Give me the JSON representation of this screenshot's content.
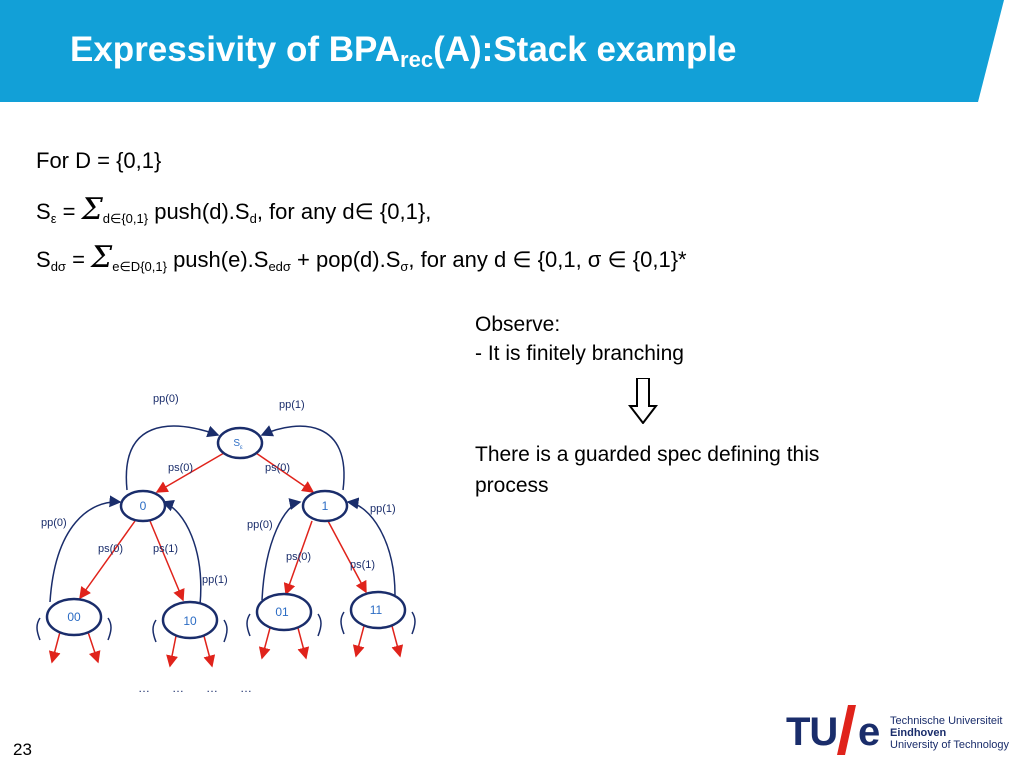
{
  "title": {
    "main": "Expressivity of BPA",
    "sub": "rec",
    "tail": "(A):Stack example"
  },
  "lines": {
    "l1": "For D = {0,1}",
    "l2": {
      "s": "S",
      "s_sub": "ε",
      "eq": " = ",
      "sigma": "Σ",
      "sum_sub": "d∈{0,1}",
      "mid": " push(d).S",
      "mid_sub": "d",
      "tail": ", for  any d∈ {0,1},"
    },
    "l3": {
      "s": "S",
      "s_sub": "dσ",
      "eq": " = ",
      "sigma": "Σ",
      "sum_sub": "e∈D{0,1}",
      "mid": " push(e).S",
      "mid_sub": "edσ",
      "plus": " +  pop(d).S",
      "pop_sub": "σ",
      "tail": ", for any d ∈ {0,1, σ ∈ {0,1}*"
    }
  },
  "observe": {
    "line1": "Observe:",
    "line2": "- It is finitely branching"
  },
  "arrow_icon": "double-down-arrow-icon",
  "guarded": "There is a guarded spec defining this process",
  "diagram": {
    "nodes": {
      "root": "S",
      "root_sub": "ε",
      "n0": "0",
      "n1": "1",
      "n00": "00",
      "n10": "10",
      "n01": "01",
      "n11": "11"
    },
    "labels": {
      "pp0_top": "pp(0)",
      "pp1_top": "pp(1)",
      "ps0_left": "ps(0)",
      "ps0_right": "ps(0)",
      "pp0_left": "pp(0)",
      "ps0_a": "ps(0)",
      "ps1_a": "ps(1)",
      "pp1_mid": "pp(1)",
      "pp0_mid": "pp(0)",
      "pp1_right": "pp(1)",
      "ps0_b": "ps(0)",
      "ps1_b": "ps(1)"
    },
    "ellipsis": [
      "…",
      "…",
      "…",
      "…"
    ]
  },
  "page_number": "23",
  "logo": {
    "tu": "TU",
    "e": "e",
    "line1": "Technische Universiteit",
    "line2": "Eindhoven",
    "line3": "University of Technology"
  },
  "colors": {
    "title_bar": "#12a0d7",
    "edge_red": "#e0231b",
    "node_blue": "#1a2d6b",
    "node_text": "#2b6cc4"
  }
}
